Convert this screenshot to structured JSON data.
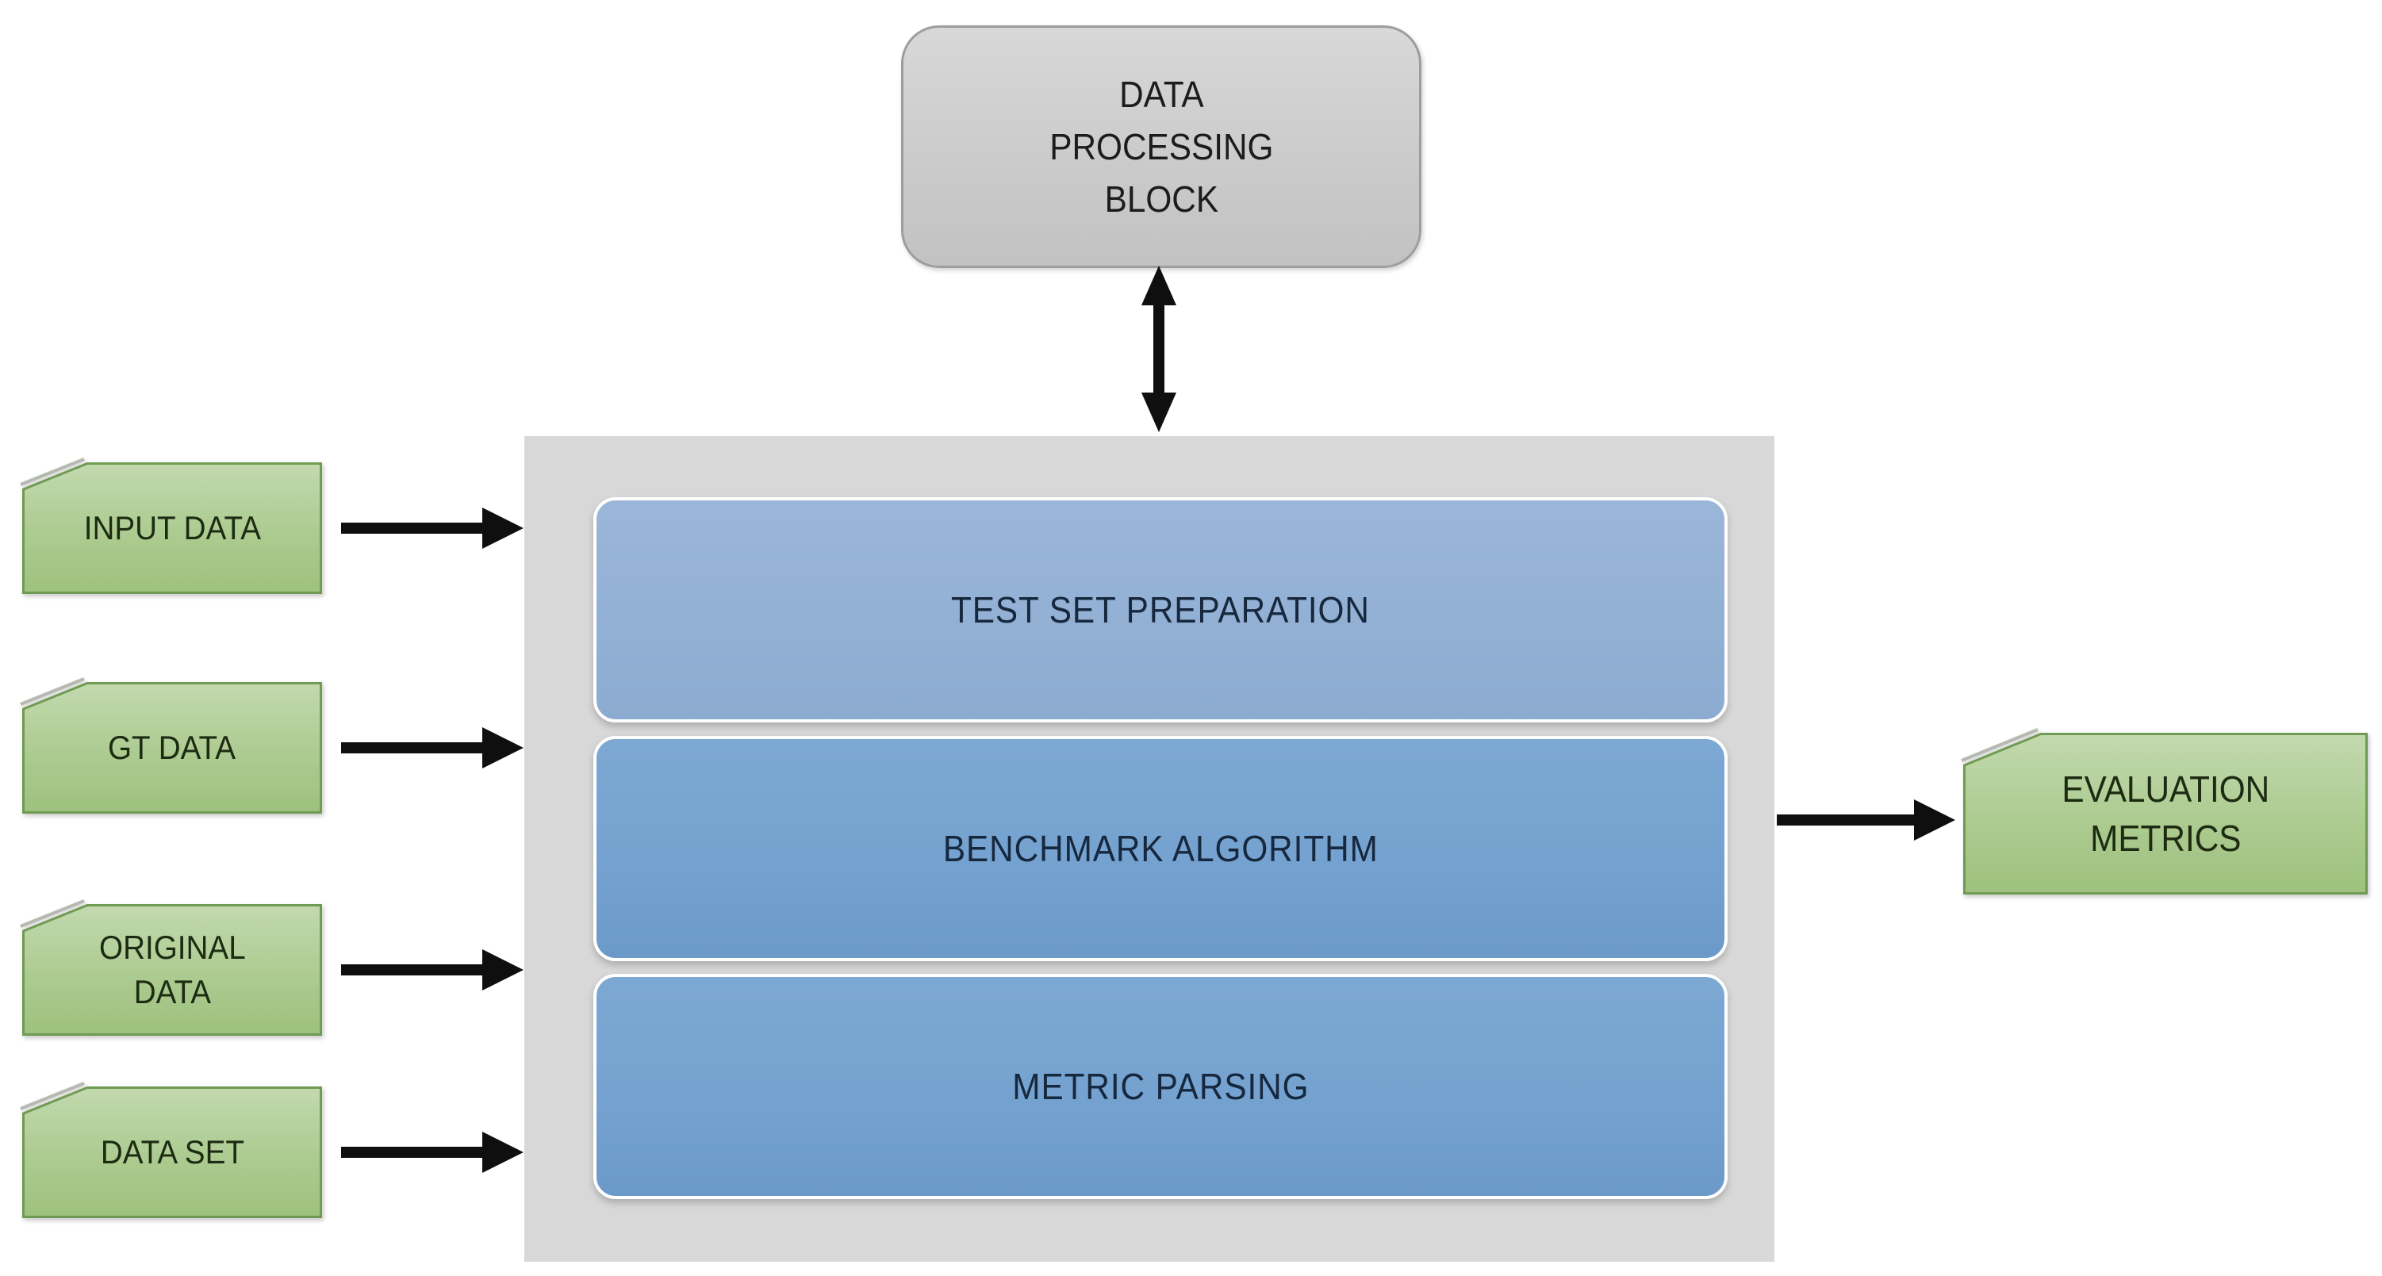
{
  "diagram": {
    "type": "flowchart",
    "top_node": {
      "label": "DATA\nPROCESSING\nBLOCK"
    },
    "inputs": [
      {
        "label": "INPUT DATA"
      },
      {
        "label": "GT DATA"
      },
      {
        "label": "ORIGINAL\nDATA"
      },
      {
        "label": "DATA SET"
      }
    ],
    "stages": [
      {
        "label": "TEST SET PREPARATION"
      },
      {
        "label": "BENCHMARK ALGORITHM"
      },
      {
        "label": "METRIC PARSING"
      }
    ],
    "output": {
      "label": "EVALUATION\nMETRICS"
    },
    "colors": {
      "background": "#ffffff",
      "container_gray": "#d8d8d8",
      "top_node_fill": "#cccccc",
      "top_node_border": "#9d9d9d",
      "stage_light_blue": "#92b0d4",
      "stage_blue": "#74a1cf",
      "stage_border": "#ffffff",
      "stage_text": "#16283e",
      "tag_green_top": "#c0d8ab",
      "tag_green_bottom": "#9dc17e",
      "tag_border": "#6f9b52",
      "tag_text": "#1d2b12",
      "arrow_black": "#0f0f0f"
    }
  }
}
